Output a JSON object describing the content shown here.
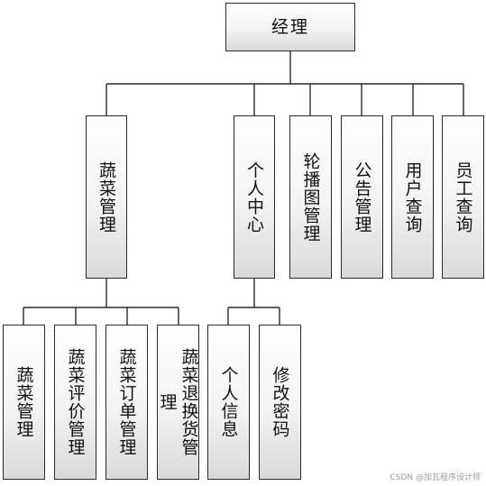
{
  "root": {
    "label": "经理"
  },
  "level1": [
    {
      "label": "蔬菜管理"
    },
    {
      "label": "个人中心"
    },
    {
      "label": "轮播图管理"
    },
    {
      "label": "公告管理"
    },
    {
      "label": "用户查询"
    },
    {
      "label": "员工查询"
    }
  ],
  "vegetable_children": [
    {
      "label": "蔬菜管理"
    },
    {
      "label": "蔬菜评价管理"
    },
    {
      "label": "蔬菜订单管理"
    },
    {
      "label": "蔬菜退换货管理"
    }
  ],
  "personal_children": [
    {
      "label": "个人信息"
    },
    {
      "label": "修改密码"
    }
  ],
  "watermark": "CSDN @加瓦程序设计师",
  "colors": {
    "line": "#2b2b2b",
    "box_border": "#2b2b2b",
    "box_fill_top": "#ffffff",
    "box_fill_bottom": "#d9d9d9"
  }
}
